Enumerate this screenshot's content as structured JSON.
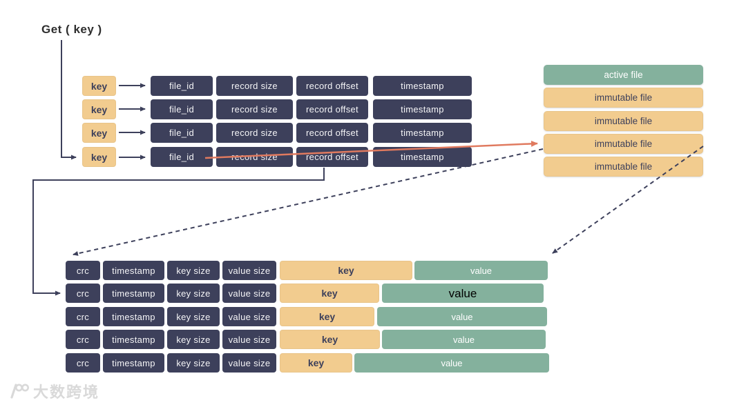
{
  "title": "Get ( key )",
  "colors": {
    "dark_navy": "#3d405b",
    "sand": "#f2cc8f",
    "sage_green": "#84b19d",
    "terracotta_arrow": "#e07a5f",
    "watermark_gray": "#d9d9d9",
    "background": "#ffffff"
  },
  "hash_index": {
    "key_label": "key",
    "columns": {
      "file_id": "file_id",
      "record_size": "record size",
      "record_offset": "record offset",
      "timestamp": "timestamp"
    }
  },
  "data_files": {
    "active_label": "active file",
    "immutable_label": "immutable file"
  },
  "record_format": {
    "crc": "crc",
    "timestamp": "timestamp",
    "key_size": "key size",
    "value_size": "value size",
    "key": "key",
    "value": "value"
  },
  "watermark": {
    "brand": "大数跨境"
  }
}
